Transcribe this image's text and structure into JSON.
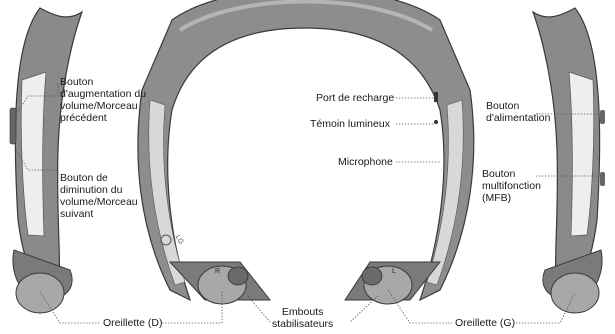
{
  "device": {
    "logo_text": "LG",
    "side_mark_right": "R",
    "side_mark_left": "L"
  },
  "labels": {
    "volume_up": [
      "Bouton",
      "d'augmentation du",
      "volume/Morceau",
      "précédent"
    ],
    "volume_down": [
      "Bouton de",
      "diminution du",
      "volume/Morceau",
      "suivant"
    ],
    "charging_port": "Port de recharge",
    "indicator_light": "Témoin lumineux",
    "microphone": "Microphone",
    "power_button": [
      "Bouton",
      "d'alimentation"
    ],
    "mfb_button": [
      "Bouton",
      "multifonction",
      "(MFB)"
    ],
    "earbud_right": "Oreillette (D)",
    "ear_gels": [
      "Embouts",
      "stabilisateurs"
    ],
    "earbud_left": "Oreillette (G)"
  },
  "colors": {
    "body_dark": "#6f6f6f",
    "body_mid": "#9a9a9a",
    "body_light": "#d9d9d9",
    "panel_white": "#eeeeee",
    "outline": "#3a3a3a"
  }
}
